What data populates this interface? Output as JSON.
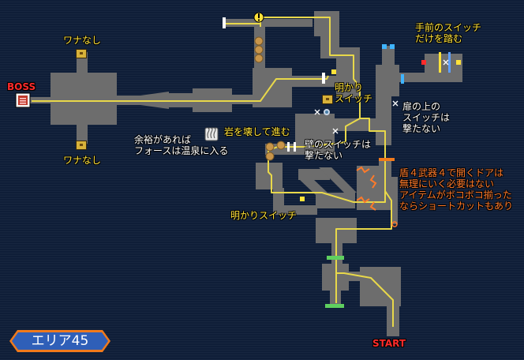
{
  "area_name": "エリア45",
  "markers": {
    "boss": "BOSS",
    "start": "START"
  },
  "labels": {
    "trap_top": "ワナなし",
    "trap_bottom": "ワナなし",
    "front_switch": "手前のスイッチ\nだけを踏む",
    "light_switch_top": "明かり\nスイッチ",
    "door_switch": "扉の上の\nスイッチは\n撃たない",
    "hot_spring": "余裕があれば\nフォースは温泉に入る",
    "break_rock": "岩を壊して進む",
    "wall_switch": "壁のスイッチは\n撃たない",
    "shield_weapon": "盾４武器４で開くドアは\n無理にいく必要はない\nアイテムがボコボコ揃った\nならショートカットもあり",
    "light_switch_bottom": "明かりスイッチ"
  },
  "colors": {
    "background": "#0f1e38",
    "room": "#6d6d6d",
    "route": "#e8d84a",
    "label_default": "#ffffff",
    "label_highlight": "#ffe23a",
    "label_warning": "#ff7a2a",
    "boss_start": "#ff2b2b",
    "badge_border": "#f07a1c",
    "badge_fill": "#2f5fb8"
  },
  "icons": [
    "treasure-chest-icon",
    "boss-door-icon",
    "warning-icon",
    "hot-spring-icon",
    "boulder-icon",
    "switch-icon",
    "locked-door-icon",
    "gate-icon"
  ]
}
